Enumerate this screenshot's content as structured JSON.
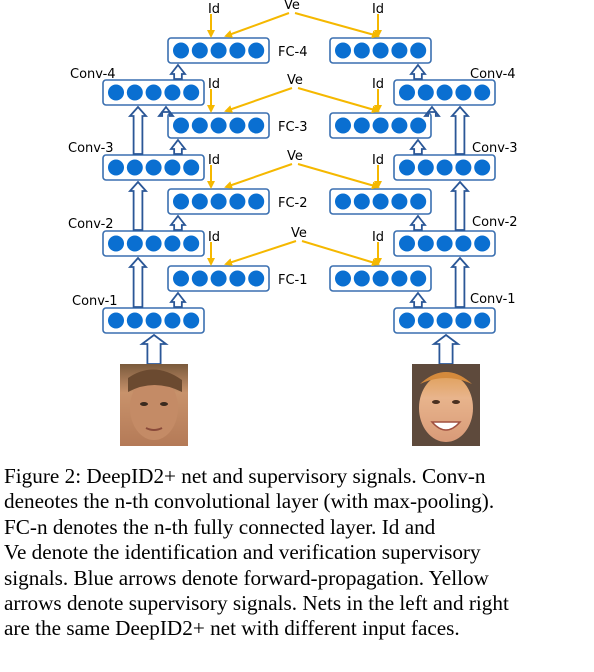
{
  "figure": {
    "left_layers": [
      "Conv-1",
      "Conv-2",
      "Conv-3",
      "Conv-4"
    ],
    "right_layers": [
      "Conv-1",
      "Conv-2",
      "Conv-3",
      "Conv-4"
    ],
    "fc_layers": [
      "FC-1",
      "FC-2",
      "FC-3",
      "FC-4"
    ],
    "id_label": "Id",
    "ve_label": "Ve",
    "colors": {
      "box_border": "#3a6fb0",
      "neuron": "#0a6fd1",
      "forward_arrow": "#2b5797",
      "signal_arrow": "#f5b800"
    },
    "inputs": [
      "left-face-photo",
      "right-face-photo"
    ]
  },
  "caption": {
    "lines": [
      "Figure 2: DeepID2+ net and supervisory signals. Conv-n",
      "deneotes the n-th convolutional layer (with max-pooling).",
      "FC-n denotes the n-th fully connected layer.   Id and",
      "Ve denote the identification and verification supervisory",
      "signals. Blue arrows denote forward-propagation. Yellow",
      "arrows denote supervisory signals. Nets in the left and right",
      "are the same DeepID2+ net with different input faces."
    ]
  }
}
